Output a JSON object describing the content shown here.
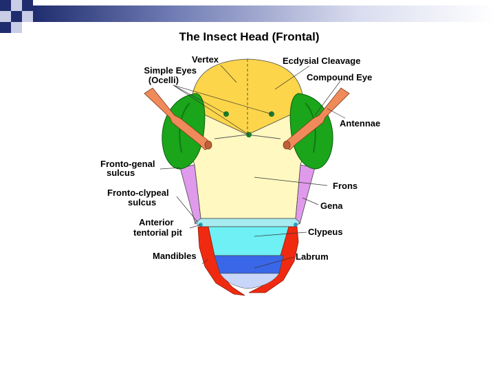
{
  "title": "The Insect Head (Frontal)",
  "labels": {
    "vertex": "Vertex",
    "ecdysial_cleavage": "Ecdysial Cleavage",
    "simple_eyes_1": "Simple Eyes",
    "simple_eyes_2": "(Ocelli)",
    "compound_eye": "Compound Eye",
    "antennae": "Antennae",
    "fronto_genal_1": "Fronto-genal",
    "fronto_genal_2": "sulcus",
    "frons": "Frons",
    "fronto_clypeal_1": "Fronto-clypeal",
    "fronto_clypeal_2": "sulcus",
    "gena": "Gena",
    "anterior_1": "Anterior",
    "anterior_2": "tentorial pit",
    "clypeus": "Clypeus",
    "mandibles": "Mandibles",
    "labrum": "Labrum"
  },
  "colors": {
    "vertex": "#fcd54a",
    "frons": "#fff8c0",
    "compound_eye": "#1aa51a",
    "antenna": "#f08a5a",
    "gena": "#e09aeb",
    "clypeus": "#6ef0f4",
    "labrum": "#3a66e8",
    "mandible": "#f02a10",
    "sulcus": "#a6ecf0",
    "ocellus": "#1a7a2a"
  }
}
